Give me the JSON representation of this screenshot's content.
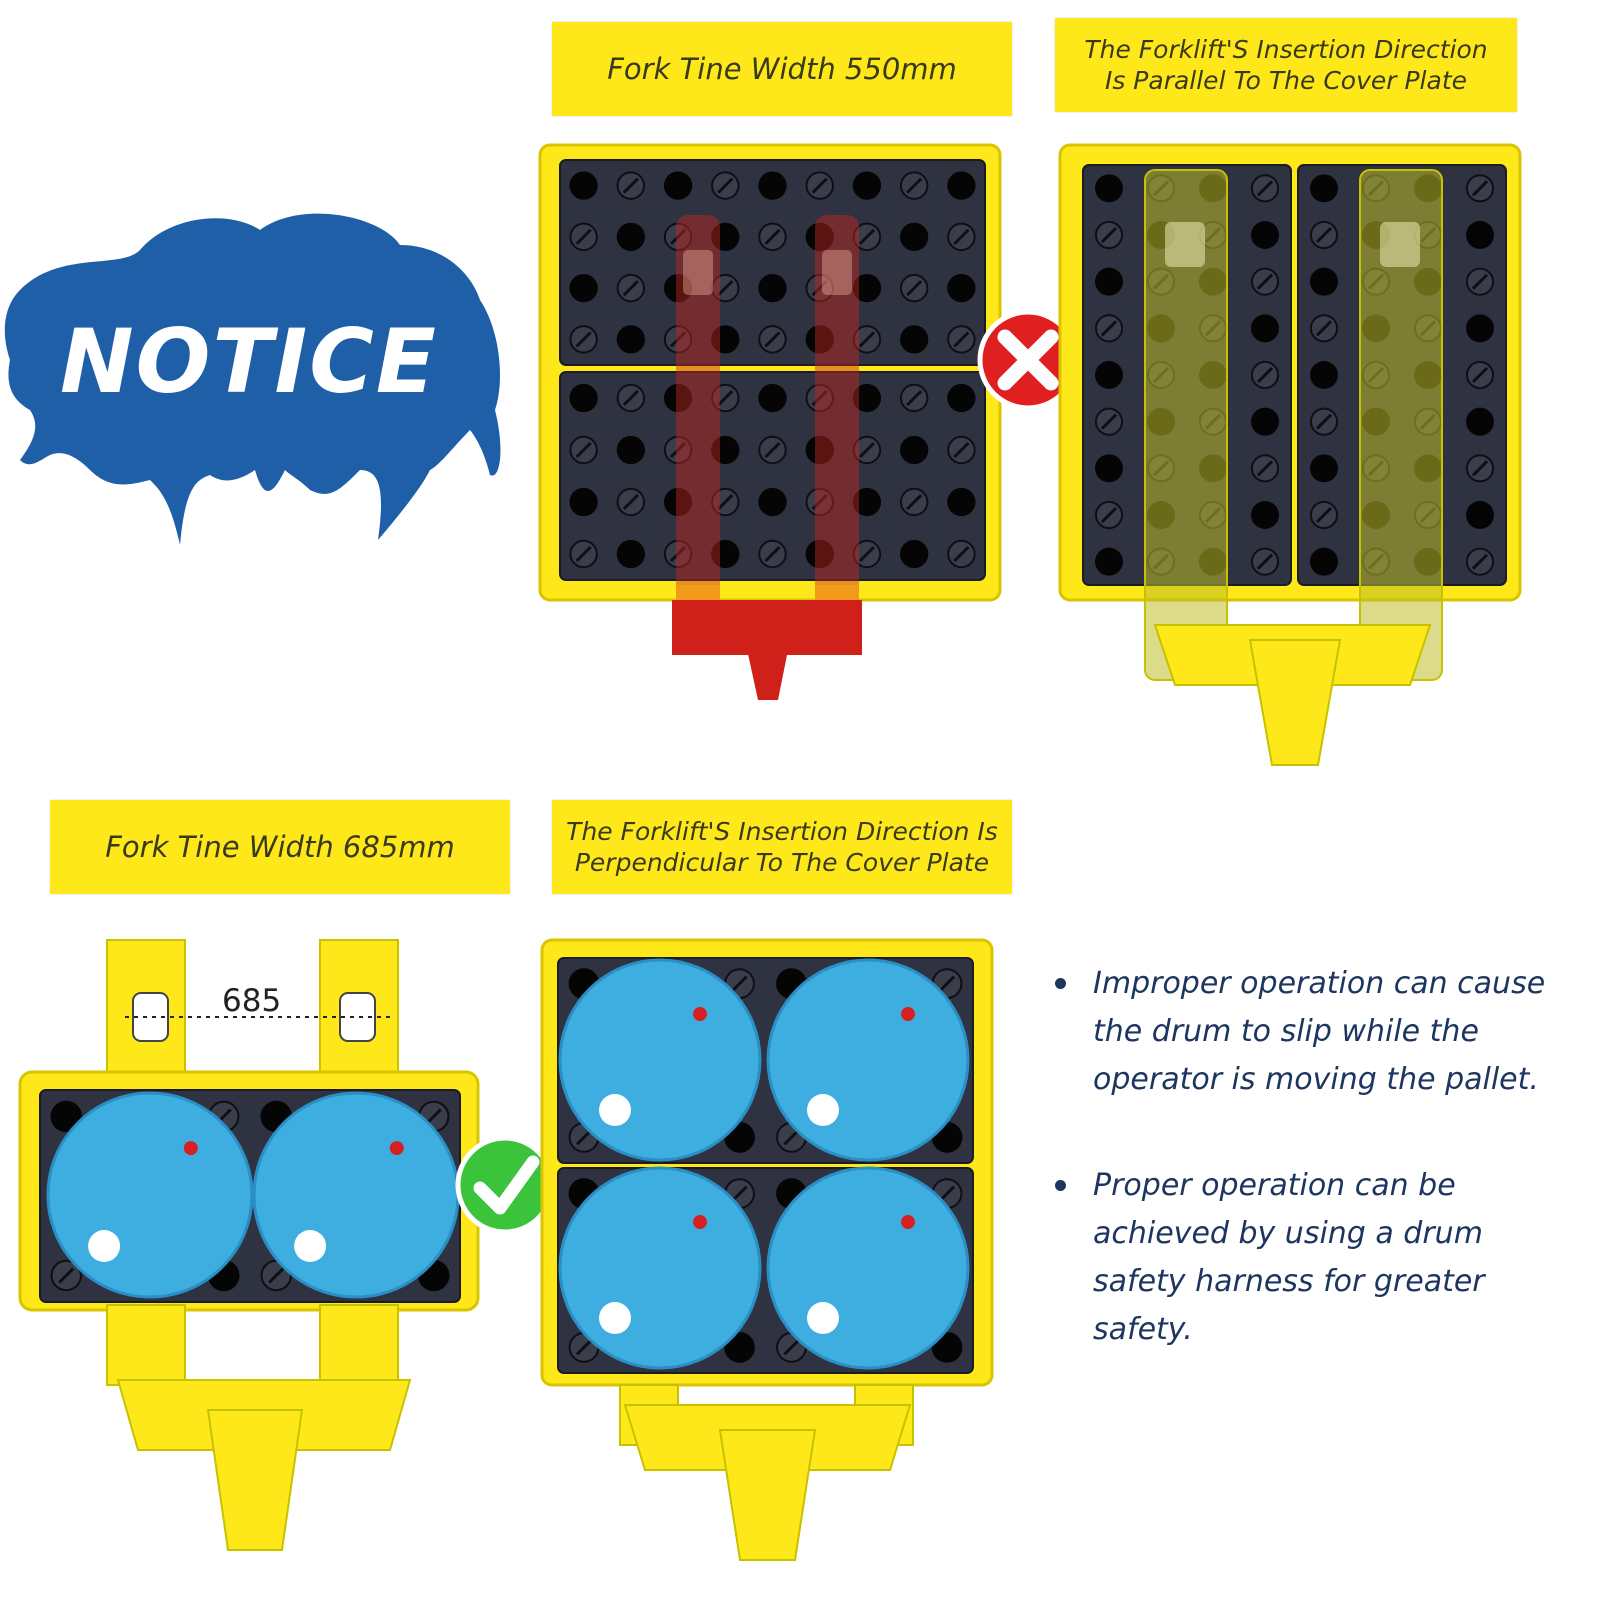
{
  "notice": {
    "text": "NOTICE"
  },
  "labels": {
    "fork_550": "Fork Tine Width 550mm",
    "parallel": "The Forklift'S Insertion Direction\nIs Parallel To The Cover Plate",
    "fork_685": "Fork Tine Width 685mm",
    "perpendicular": "The Forklift'S Insertion Direction Is\nPerpendicular To The Cover Plate"
  },
  "dimension": {
    "value": "685"
  },
  "bullets": [
    "Improper operation can cause the drum to slip while the operator is moving the pallet.",
    "Proper operation can be achieved by using a drum safety harness for greater safety."
  ],
  "colors": {
    "label_yellow": "#ffe81a",
    "pallet_yellow": "#ffe81a",
    "cover_dark": "#2f3240",
    "drum_blue": "#3eaee0",
    "notice_blue": "#1f5fa8",
    "wrong_red": "#e02020",
    "right_green": "#3cc33c",
    "text_blue": "#1d3660"
  },
  "icons": {
    "wrong": "x-mark-icon",
    "right": "check-mark-icon"
  }
}
